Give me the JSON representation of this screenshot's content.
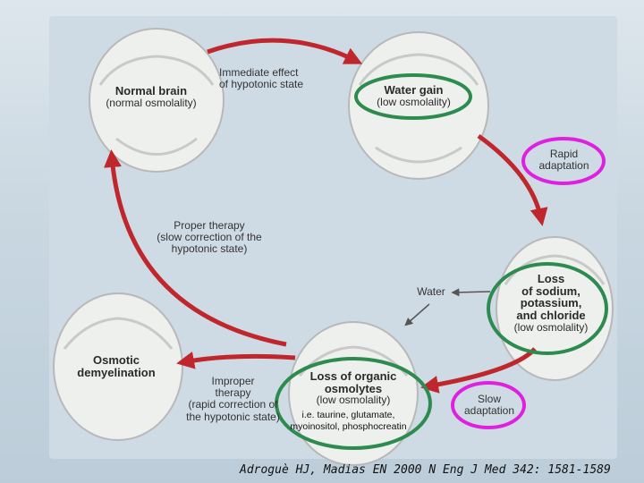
{
  "nodes": {
    "normal_brain": {
      "title": "Normal brain",
      "sub": "(normal osmolality)"
    },
    "water_gain": {
      "title": "Water gain",
      "sub": "(low osmolality)"
    },
    "loss_ions": {
      "line1": "Loss",
      "line2": "of sodium,",
      "line3": "potassium,",
      "line4": "and chloride",
      "sub": "(low osmolality)"
    },
    "loss_organic": {
      "line1": "Loss of organic",
      "line2": "osmolytes",
      "sub": "(low osmolality)"
    },
    "osmotic": {
      "line1": "Osmotic",
      "line2": "demyelination"
    }
  },
  "edges": {
    "immediate_line1": "Immediate effect",
    "immediate_line2": "of hypotonic state",
    "rapid_line1": "Rapid",
    "rapid_line2": "adaptation",
    "water": "Water",
    "slow_line1": "Slow",
    "slow_line2": "adaptation",
    "proper_line1": "Proper therapy",
    "proper_line2": "(slow correction of the",
    "proper_line3": "hypotonic state)",
    "improper_line1": "Improper",
    "improper_line2": "therapy",
    "improper_line3": "(rapid correction of",
    "improper_line4": "the hypotonic state)"
  },
  "annotation": {
    "line1": "i.e. taurine, glutamate,",
    "line2": "myoinositol, phosphocreatin"
  },
  "citation": "Adroguè HJ, Madias EN 2000 N Eng J Med 342: 1581-1589",
  "colors": {
    "arrow": "#c0272d",
    "green_ellipse": "#2e8b4f",
    "magenta_ellipse": "#e020e0"
  }
}
